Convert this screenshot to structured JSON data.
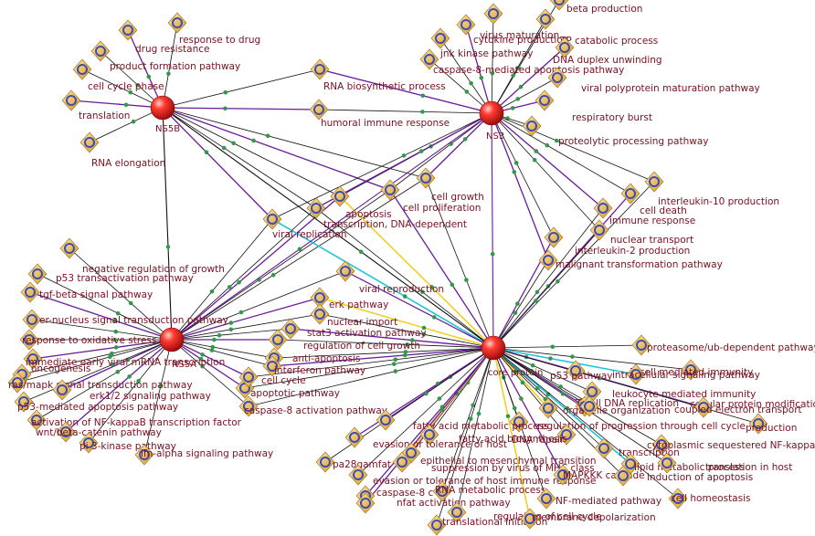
{
  "colors": {
    "edge": "#111111",
    "edge_regulation": "#6a1a9a",
    "edge_cyan": "#22c4dc",
    "edge_yellow": "#f0d020",
    "edge_dot": "#2f9a4a",
    "hub": "#e02020",
    "label": "#7a1020",
    "node_fill": "#f2b640",
    "node_ring": "#3a4fb0"
  },
  "hubs": [
    {
      "id": "ns5b",
      "label": "NS5B"
    },
    {
      "id": "ns3",
      "label": "NS3"
    },
    {
      "id": "ns5a",
      "label": "NS5A"
    },
    {
      "id": "core",
      "label": "core protein"
    }
  ],
  "terms": [
    {
      "label": "response to drug",
      "hubs": [
        "ns5b"
      ]
    },
    {
      "label": "drug resistance",
      "hubs": [
        "ns5b"
      ]
    },
    {
      "label": "product formation pathway",
      "hubs": [
        "ns5b"
      ]
    },
    {
      "label": "cell cycle phase",
      "hubs": [
        "ns5b"
      ]
    },
    {
      "label": "translation",
      "hubs": [
        "ns5b"
      ]
    },
    {
      "label": "RNA elongation",
      "hubs": [
        "ns5b"
      ]
    },
    {
      "label": "RNA biosynthetic process",
      "hubs": [
        "ns5b",
        "ns3"
      ]
    },
    {
      "label": "humoral immune response",
      "hubs": [
        "ns5b",
        "ns3"
      ]
    },
    {
      "label": "beta production",
      "hubs": [
        "ns3"
      ]
    },
    {
      "label": "virus maturation",
      "hubs": [
        "ns3"
      ]
    },
    {
      "label": "cytokine production",
      "hubs": [
        "ns3"
      ]
    },
    {
      "label": "TP catabolic process",
      "hubs": [
        "ns3"
      ]
    },
    {
      "label": "jnk kinase pathway",
      "hubs": [
        "ns3"
      ]
    },
    {
      "label": "DNA duplex unwinding",
      "hubs": [
        "ns3"
      ]
    },
    {
      "label": "caspase-8-mediated apoptosis pathway",
      "hubs": [
        "ns3"
      ]
    },
    {
      "label": "viral polyprotein maturation pathway",
      "hubs": [
        "ns3"
      ]
    },
    {
      "label": "respiratory burst",
      "hubs": [
        "ns3"
      ]
    },
    {
      "label": "proteolytic processing pathway",
      "hubs": [
        "ns3"
      ]
    },
    {
      "label": "cell growth",
      "hubs": [
        "ns5b",
        "ns3",
        "ns5a",
        "core"
      ]
    },
    {
      "label": "cell proliferation",
      "hubs": [
        "ns5b",
        "ns3",
        "ns5a",
        "core"
      ]
    },
    {
      "label": "apoptosis",
      "hubs": [
        "ns5b",
        "ns3",
        "ns5a",
        "core"
      ]
    },
    {
      "label": "transcription, DNA-dependent",
      "hubs": [
        "ns5b",
        "ns3",
        "ns5a",
        "core"
      ]
    },
    {
      "label": "viral replication",
      "hubs": [
        "ns5b",
        "ns3",
        "ns5a",
        "core"
      ]
    },
    {
      "label": "interleukin-10 production",
      "hubs": [
        "ns3",
        "core"
      ]
    },
    {
      "label": "cell death",
      "hubs": [
        "ns3",
        "core"
      ]
    },
    {
      "label": "immune response",
      "hubs": [
        "ns3",
        "core"
      ]
    },
    {
      "label": "nuclear transport",
      "hubs": [
        "ns3",
        "core"
      ]
    },
    {
      "label": "interleukin-2 production",
      "hubs": [
        "ns3",
        "core"
      ]
    },
    {
      "label": "malignant transformation pathway",
      "hubs": [
        "ns3",
        "core"
      ]
    },
    {
      "label": "negative regulation of growth",
      "hubs": [
        "ns5a"
      ]
    },
    {
      "label": "p53 transactivation pathway",
      "hubs": [
        "ns5a"
      ]
    },
    {
      "label": "tgf-beta signal pathway",
      "hubs": [
        "ns5a"
      ]
    },
    {
      "label": "er-nucleus signal transduction pathway",
      "hubs": [
        "ns5a"
      ]
    },
    {
      "label": "response to oxidative stress",
      "hubs": [
        "ns5a"
      ]
    },
    {
      "label": "immediate early viral mRNA transcription",
      "hubs": [
        "ns5a"
      ]
    },
    {
      "label": "oncogenesis",
      "hubs": [
        "ns5a"
      ]
    },
    {
      "label": "ras/mapk signal transduction pathway",
      "hubs": [
        "ns5a"
      ]
    },
    {
      "label": "erk1/2 signaling pathway",
      "hubs": [
        "ns5a"
      ]
    },
    {
      "label": "p53-mediated apoptosis pathway",
      "hubs": [
        "ns5a"
      ]
    },
    {
      "label": "activation of NF-kappaB transcription factor",
      "hubs": [
        "ns5a"
      ]
    },
    {
      "label": "wnt/beta-catenin pathway",
      "hubs": [
        "ns5a"
      ]
    },
    {
      "label": "pi 3-kinase pathway",
      "hubs": [
        "ns5a"
      ]
    },
    {
      "label": "ifn-alpha signaling pathway",
      "hubs": [
        "ns5a"
      ]
    },
    {
      "label": "apoptotic pathway",
      "hubs": [
        "ns5a",
        "core"
      ]
    },
    {
      "label": "caspase-8 activation pathway",
      "hubs": [
        "ns5a",
        "core"
      ]
    },
    {
      "label": "viral reproduction",
      "hubs": [
        "ns5a",
        "core"
      ]
    },
    {
      "label": "erk pathway",
      "hubs": [
        "ns5a",
        "core"
      ]
    },
    {
      "label": "nuclear import",
      "hubs": [
        "ns5a",
        "core"
      ]
    },
    {
      "label": "stat3 activation pathway",
      "hubs": [
        "ns5a",
        "core"
      ]
    },
    {
      "label": "regulation of cell growth",
      "hubs": [
        "ns5a",
        "core"
      ]
    },
    {
      "label": "anti-apoptosis",
      "hubs": [
        "ns5a",
        "core"
      ]
    },
    {
      "label": "interferon pathway",
      "hubs": [
        "ns5a",
        "core"
      ]
    },
    {
      "label": "cell cycle",
      "hubs": [
        "ns5a",
        "core"
      ]
    },
    {
      "label": "proteasome/ub-dependent pathway",
      "hubs": [
        "core"
      ]
    },
    {
      "label": "T cell mediated immunity",
      "hubs": [
        "core"
      ]
    },
    {
      "label": "p53 pathway",
      "hubs": [
        "core"
      ]
    },
    {
      "label": "intracellular signaling pathway",
      "hubs": [
        "core"
      ]
    },
    {
      "label": "leukocyte mediated immunity",
      "hubs": [
        "core"
      ]
    },
    {
      "label": "T cell DNA replication",
      "hubs": [
        "core"
      ]
    },
    {
      "label": "organelle organization",
      "hubs": [
        "core"
      ]
    },
    {
      "label": "cellular protein modification",
      "hubs": [
        "core"
      ]
    },
    {
      "label": "coupled electron transport",
      "hubs": [
        "core"
      ]
    },
    {
      "label": "regulation of progression through cell cycle",
      "hubs": [
        "core"
      ]
    },
    {
      "label": "production",
      "hubs": [
        "core"
      ]
    },
    {
      "label": "fatty acid metabolic process",
      "hubs": [
        "core"
      ]
    },
    {
      "label": "DNA repair",
      "hubs": [
        "core"
      ]
    },
    {
      "label": "fatty acid biosynthesis",
      "hubs": [
        "core"
      ]
    },
    {
      "label": "evasion or tolerance of host",
      "hubs": [
        "core"
      ]
    },
    {
      "label": "cytoplasmic sequestered NF-kappaB",
      "hubs": [
        "core"
      ]
    },
    {
      "label": "transcription",
      "hubs": [
        "core"
      ]
    },
    {
      "label": "epithelial to mesenchymal transition",
      "hubs": [
        "core"
      ]
    },
    {
      "label": "pa28gamfat",
      "hubs": [
        "core"
      ]
    },
    {
      "label": "suppression by virus of MHC class",
      "hubs": [
        "core"
      ]
    },
    {
      "label": "lipid metabolic process",
      "hubs": [
        "core"
      ]
    },
    {
      "label": "translation in host",
      "hubs": [
        "core"
      ]
    },
    {
      "label": "evasion or tolerance of host immune response",
      "hubs": [
        "core"
      ]
    },
    {
      "label": "MAPKKK cascade",
      "hubs": [
        "core"
      ]
    },
    {
      "label": "induction of apoptosis",
      "hubs": [
        "core"
      ]
    },
    {
      "label": "RNA metabolic process",
      "hubs": [
        "core"
      ]
    },
    {
      "label": "caspase-8 c",
      "hubs": [
        "core"
      ]
    },
    {
      "label": "NF-mediated pathway",
      "hubs": [
        "core"
      ]
    },
    {
      "label": "cell homeostasis",
      "hubs": [
        "core"
      ]
    },
    {
      "label": "nfat activation pathway",
      "hubs": [
        "core"
      ]
    },
    {
      "label": "regulation of cell cycle",
      "hubs": [
        "core"
      ]
    },
    {
      "label": "translational initiation",
      "hubs": [
        "core"
      ]
    },
    {
      "label": "membrane depolarization",
      "hubs": [
        "core"
      ]
    }
  ]
}
